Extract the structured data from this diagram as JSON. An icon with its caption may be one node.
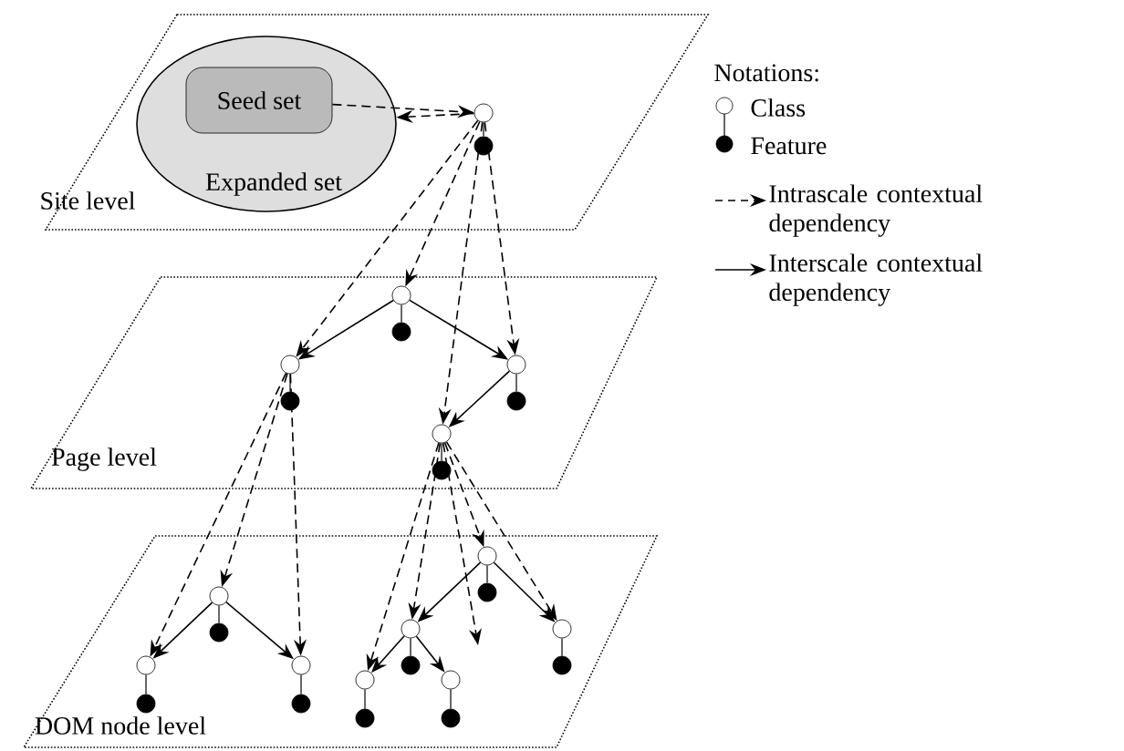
{
  "diagram": {
    "nodes": [
      {
        "text": [
          "Site level"
        ]
      },
      {
        "text": [
          "Expanded set"
        ],
        "in": 0
      },
      {
        "text": [
          "Seed set"
        ],
        "in": 1
      },
      {
        "text": [],
        "shape": "circle",
        "in": 0
      },
      {
        "text": [],
        "shape": "dot",
        "in": 0
      },
      {
        "text": [
          "Page level"
        ]
      },
      {
        "text": [],
        "shape": "circle",
        "in": 5
      },
      {
        "text": [],
        "shape": "dot",
        "in": 5
      },
      {
        "text": [],
        "shape": "circle",
        "in": 5
      },
      {
        "text": [],
        "shape": "dot",
        "in": 5
      },
      {
        "text": [],
        "shape": "circle",
        "in": 5
      },
      {
        "text": [],
        "shape": "dot",
        "in": 5
      },
      {
        "text": [],
        "shape": "circle",
        "in": 5
      },
      {
        "text": [],
        "shape": "dot",
        "in": 5
      },
      {
        "text": [
          "DOM node level"
        ]
      },
      {
        "text": [],
        "shape": "circle",
        "in": 14
      },
      {
        "text": [],
        "shape": "dot",
        "in": 14
      },
      {
        "text": [],
        "shape": "circle",
        "in": 14
      },
      {
        "text": [],
        "shape": "dot",
        "in": 14
      },
      {
        "text": [],
        "shape": "circle",
        "in": 14
      },
      {
        "text": [],
        "shape": "dot",
        "in": 14
      },
      {
        "text": [],
        "shape": "circle",
        "in": 14
      },
      {
        "text": [],
        "shape": "dot",
        "in": 14
      },
      {
        "text": [],
        "shape": "circle",
        "in": 14
      },
      {
        "text": [],
        "shape": "dot",
        "in": 14
      },
      {
        "text": [],
        "shape": "circle",
        "in": 14
      },
      {
        "text": [],
        "shape": "dot",
        "in": 14
      },
      {
        "text": [],
        "shape": "circle",
        "in": 14
      },
      {
        "text": [],
        "shape": "dot",
        "in": 14
      },
      {
        "text": [],
        "shape": "circle",
        "in": 14
      },
      {
        "text": [],
        "shape": "dot",
        "in": 14
      }
    ],
    "edges": [
      {
        "from": 2,
        "to": 3,
        "arrow": "to",
        "style": "dashed"
      },
      {
        "from": 3,
        "to": 1,
        "arrow": "to",
        "style": "dashed"
      },
      {
        "from": 3,
        "to": 4,
        "arrow": "none"
      },
      {
        "from": 3,
        "to": 6,
        "arrow": "to",
        "style": "dashed"
      },
      {
        "from": 3,
        "to": 8,
        "arrow": "to",
        "style": "dashed"
      },
      {
        "from": 3,
        "to": 12,
        "arrow": "to",
        "style": "dashed"
      },
      {
        "from": 3,
        "to": 10,
        "arrow": "to",
        "style": "dashed"
      },
      {
        "from": 6,
        "to": 8,
        "arrow": "to"
      },
      {
        "from": 6,
        "to": 10,
        "arrow": "to"
      },
      {
        "from": 10,
        "to": 12,
        "arrow": "to"
      },
      {
        "from": 6,
        "to": 7,
        "arrow": "none"
      },
      {
        "from": 8,
        "to": 9,
        "arrow": "none"
      },
      {
        "from": 10,
        "to": 11,
        "arrow": "none"
      },
      {
        "from": 12,
        "to": 13,
        "arrow": "none"
      },
      {
        "from": 8,
        "to": 17,
        "arrow": "to",
        "style": "dashed"
      },
      {
        "from": 8,
        "to": 15,
        "arrow": "to",
        "style": "dashed"
      },
      {
        "from": 8,
        "to": 19,
        "arrow": "to",
        "style": "dashed"
      },
      {
        "from": 12,
        "to": 27,
        "arrow": "to",
        "style": "dashed"
      },
      {
        "from": 12,
        "to": 23,
        "arrow": "to",
        "style": "dashed"
      },
      {
        "from": 12,
        "to": null,
        "arrow": "to",
        "style": "dashed"
      },
      {
        "from": 12,
        "to": 21,
        "arrow": "to",
        "style": "dashed"
      },
      {
        "from": 12,
        "to": 25,
        "arrow": "to",
        "style": "dashed"
      },
      {
        "from": 15,
        "to": 17,
        "arrow": "to"
      },
      {
        "from": 15,
        "to": 19,
        "arrow": "to"
      },
      {
        "from": 21,
        "to": 23,
        "arrow": "to"
      },
      {
        "from": 21,
        "to": 25,
        "arrow": "to"
      },
      {
        "from": 23,
        "to": 27,
        "arrow": "to"
      },
      {
        "from": 23,
        "to": 29,
        "arrow": "to"
      },
      {
        "from": 15,
        "to": 16,
        "arrow": "none"
      },
      {
        "from": 17,
        "to": 18,
        "arrow": "none"
      },
      {
        "from": 19,
        "to": 20,
        "arrow": "none"
      },
      {
        "from": 21,
        "to": 22,
        "arrow": "none"
      },
      {
        "from": 23,
        "to": 24,
        "arrow": "none"
      },
      {
        "from": 25,
        "to": 26,
        "arrow": "none"
      },
      {
        "from": 27,
        "to": 28,
        "arrow": "none"
      },
      {
        "from": 29,
        "to": 30,
        "arrow": "none"
      }
    ],
    "labels": [
      "Notations:"
    ],
    "legend": [
      {
        "text": "Class"
      },
      {
        "text": "Feature"
      },
      {
        "text": "Intrascale contextual dependency"
      },
      {
        "text": "Interscale contextual dependency"
      }
    ]
  }
}
